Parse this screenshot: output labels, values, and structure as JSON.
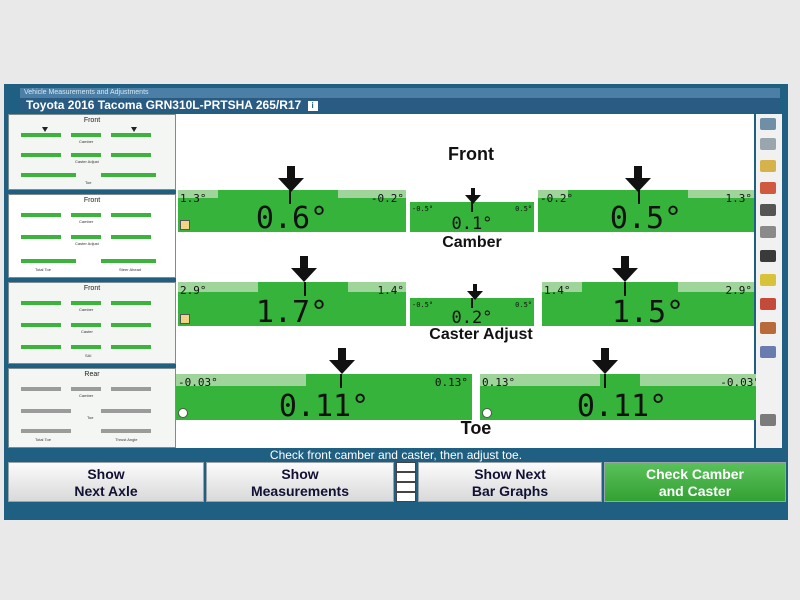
{
  "window": {
    "title": "Vehicle Measurements and Adjustments",
    "vehicle": "Toyota 2016 Tacoma GRN310L-PRTSHA 265/R17",
    "info_icon_label": "i"
  },
  "left_panel": {
    "thumbnails": [
      {
        "title": "Front",
        "labels": [
          "Camber",
          "Caster Adjust",
          "Toe"
        ]
      },
      {
        "title": "Front",
        "labels": [
          "Camber",
          "Caster Adjust",
          "Total Toe",
          "Steer Ahead"
        ]
      },
      {
        "title": "Front",
        "labels": [
          "Camber",
          "Caster",
          "SAI"
        ]
      },
      {
        "title": "Rear",
        "labels": [
          "Camber",
          "Toe",
          "Total Toe",
          "Thrust Angle"
        ]
      }
    ]
  },
  "main": {
    "front_title": "Front",
    "camber": {
      "label": "Camber",
      "left": {
        "value": "0.6°",
        "min": "1.3°",
        "max": "-0.2°"
      },
      "cross": {
        "value": "0.1°",
        "min": "-0.5°",
        "max": "0.5°"
      },
      "right": {
        "value": "0.5°",
        "min": "-0.2°",
        "max": "1.3°"
      }
    },
    "caster": {
      "label": "Caster Adjust",
      "left": {
        "value": "1.7°",
        "min": "2.9°",
        "max": "1.4°"
      },
      "cross": {
        "value": "0.2°",
        "min": "-0.5°",
        "max": "0.5°"
      },
      "right": {
        "value": "1.5°",
        "min": "1.4°",
        "max": "2.9°"
      }
    },
    "toe": {
      "label": "Toe",
      "left": {
        "value": "0.11°",
        "min": "-0.03°",
        "max": "0.13°"
      },
      "right": {
        "value": "0.11°",
        "min": "0.13°",
        "max": "-0.03°"
      }
    }
  },
  "status": "Check front camber and caster, then adjust toe.",
  "buttons": {
    "show_next_axle": "Show\nNext Axle",
    "show_measurements": "Show\nMeasurements",
    "show_next_bar_graphs": "Show Next\nBar Graphs",
    "check_camber_caster": "Check Camber\nand Caster"
  },
  "colors": {
    "screen_bg": "#1f5f82",
    "bar_green": "#36b33a",
    "check_button": "#3aa83a"
  },
  "toolbar_icons": [
    "wrench-icon",
    "printer-icon",
    "caster-icon",
    "settings-icon",
    "camera-icon",
    "tire-icon",
    "angle-icon",
    "ruler-icon",
    "color-palette-icon",
    "measure-icon",
    "car-icon",
    "help-icon"
  ]
}
